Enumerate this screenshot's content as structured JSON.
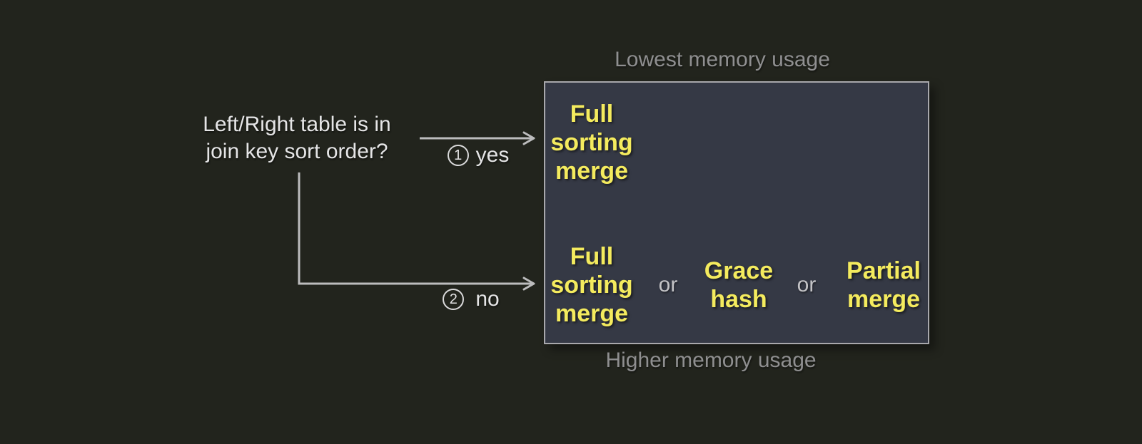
{
  "question": {
    "line1": "Left/Right table is in",
    "line2": "join key sort order?"
  },
  "branches": {
    "yes": {
      "marker": "1",
      "label": "yes"
    },
    "no": {
      "marker": "2",
      "label": "no"
    }
  },
  "memory_labels": {
    "top": "Lowest memory usage",
    "bottom": "Higher memory usage"
  },
  "box": {
    "separator": "or",
    "sorted_option": {
      "name": "Full sorting merge",
      "lines": [
        "Full",
        "sorting",
        "merge"
      ]
    },
    "unsorted_options": [
      {
        "name": "Full sorting merge",
        "lines": [
          "Full",
          "sorting",
          "merge"
        ]
      },
      {
        "name": "Grace hash",
        "lines": [
          "Grace",
          "hash"
        ]
      },
      {
        "name": "Partial merge",
        "lines": [
          "Partial",
          "merge"
        ]
      }
    ]
  },
  "colors": {
    "background": "#22241d",
    "box_fill": "#353945",
    "box_border": "#a8a8ac",
    "highlight_yellow": "#f4eb5e",
    "label_gray": "#8f8f90",
    "text_white": "#e5e5e6",
    "connector_gray": "#bcbcbd"
  }
}
